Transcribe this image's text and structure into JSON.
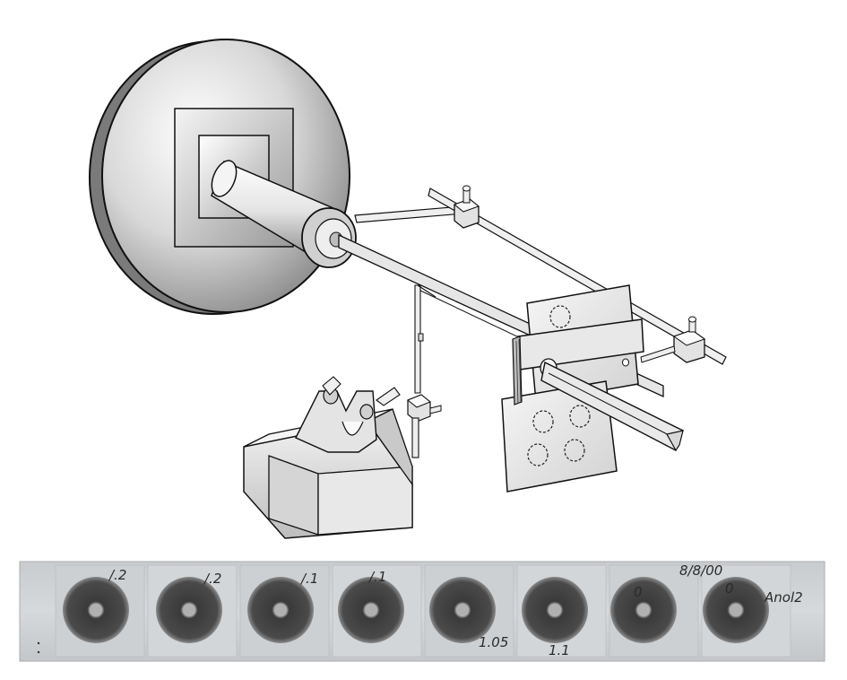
{
  "film_strip": {
    "annotations": [
      {
        "text": "/.2"
      },
      {
        "text": "/.2"
      },
      {
        "text": "/.1"
      },
      {
        "text": "/.1"
      },
      {
        "text": "1.05"
      },
      {
        "text": "1.1"
      },
      {
        "text": "0"
      },
      {
        "text": "8/8/00"
      },
      {
        "text": "0"
      },
      {
        "text": "Anol2"
      }
    ],
    "spot_count": 8
  }
}
